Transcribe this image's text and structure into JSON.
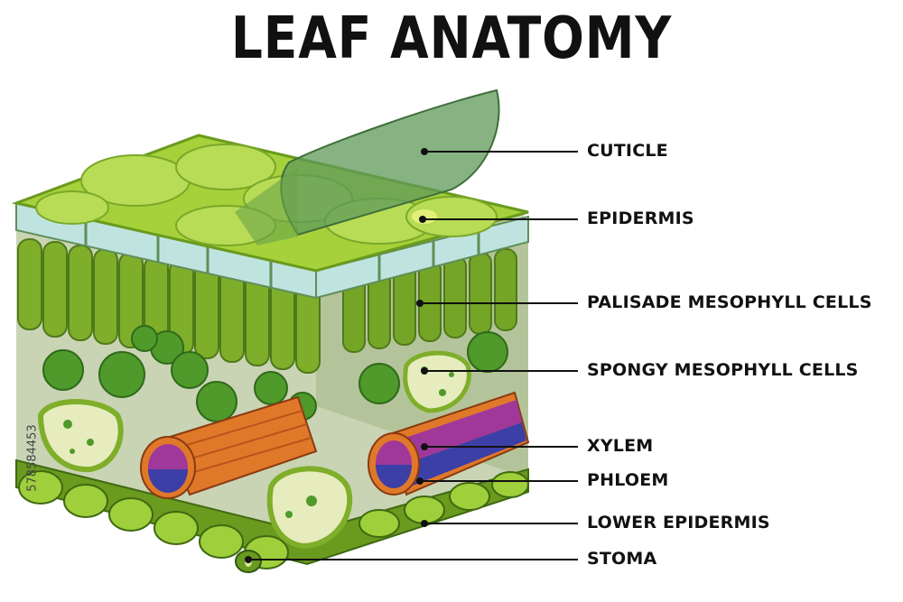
{
  "title": "LEAF ANATOMY",
  "labels": {
    "cuticle": "CUTICLE",
    "epidermis": "EPIDERMIS",
    "palisade": "PALISADE MESOPHYLL CELLS",
    "spongy": "SPONGY MESOPHYLL CELLS",
    "xylem": "XYLEM",
    "phloem": "PHLOEM",
    "lower_epidermis": "LOWER EPIDERMIS",
    "stoma": "STOMA"
  },
  "watermark_id": "578584453",
  "colors": {
    "leaf_light": "#a6d13a",
    "leaf_dark": "#6a9a1e",
    "epidermis_cells": "#bfe4e0",
    "mesophyll_bg": "#c9d4b4",
    "palisade": "#7fae2a",
    "spongy": "#4f9a2a",
    "xylem_outer": "#e0782a",
    "phloem_purple": "#a0389a",
    "phloem_blue": "#3b3fa6",
    "cuticle": "#5f9a5a"
  }
}
